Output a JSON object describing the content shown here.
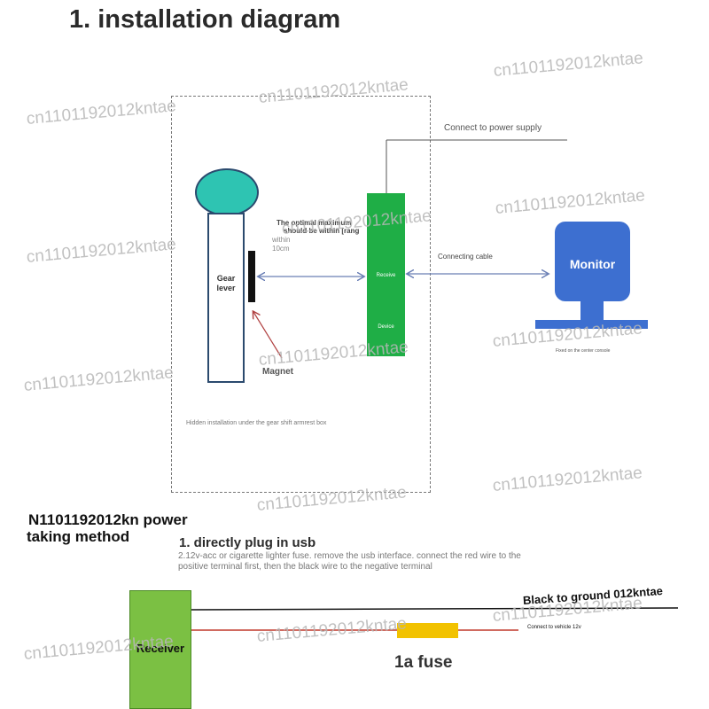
{
  "title": "1. installation diagram",
  "diagram": {
    "power_supply": "Connect to power supply",
    "optimal_line1": "The optimal maximum",
    "optimal_line2": "should be within [rang",
    "within": "within",
    "distance": "10cm",
    "gear_lever": "Gear\nlever",
    "magnet": "Magnet",
    "receive": "Receive",
    "device": "Device",
    "connecting_cable": "Connecting cable",
    "monitor": "Monitor",
    "center_console": "Fixed on the center console",
    "hidden_install": "Hidden installation under the gear shift armrest box"
  },
  "power_section": {
    "heading_line1": "N1101192012kn power",
    "heading_line2": "taking method",
    "method_title": "1. directly plug in usb",
    "method_desc": "2.12v-acc or cigarette lighter fuse. remove the usb interface. connect the red wire to the positive terminal first, then the black wire to the negative terminal",
    "receiver": "Receiver",
    "black_to_ground": "Black to ground 012kntae",
    "connect_vehicle": "Connect to vehicle 12v",
    "fuse": "1a fuse"
  },
  "watermark": "cn1101192012kntae",
  "colors": {
    "knob": "#2ec4b2",
    "device_green": "#1fae46",
    "monitor_blue": "#3d6fd0",
    "receiver_green": "#7bc043",
    "fuse_yellow": "#f2c200",
    "red_wire": "#c0392b",
    "arrow_blue": "#6a7fb5"
  }
}
